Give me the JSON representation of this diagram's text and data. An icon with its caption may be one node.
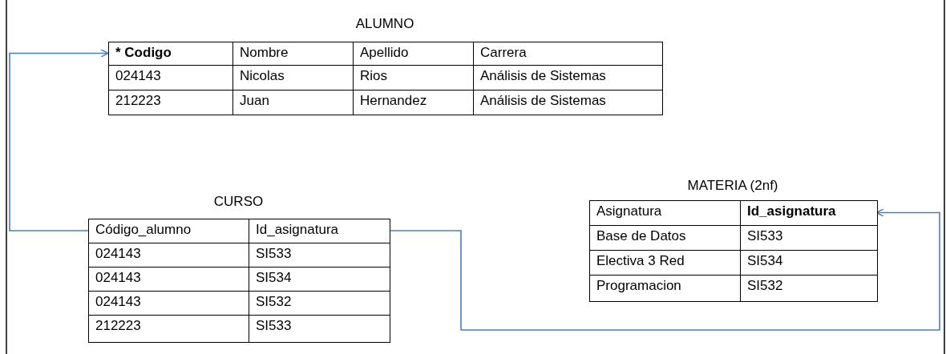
{
  "diagram": {
    "nodes": [
      {
        "text": [
          "ALUMNO"
        ]
      },
      {
        "text": [
          "* Codigo"
        ],
        "in": 0
      },
      {
        "text": [
          "CURSO"
        ]
      },
      {
        "text": [
          "Código_alumno"
        ],
        "in": 2
      },
      {
        "text": [
          "Id_asignatura"
        ],
        "in": 2
      },
      {
        "text": [
          "MATERIA (2nf)"
        ]
      },
      {
        "text": [
          "Id_asignatura"
        ],
        "in": 5
      }
    ],
    "edges": [
      {
        "from": 3,
        "to": 1,
        "arrow": "to"
      },
      {
        "from": 4,
        "to": 6,
        "arrow": "to"
      }
    ],
    "labels": [
      "Nombre",
      "Apellido",
      "Carrera",
      "024143",
      "Nicolas",
      "Rios",
      "Análisis de Sistemas",
      "212223",
      "Juan",
      "Hernandez",
      "Análisis de Sistemas",
      "024143",
      "SI533",
      "024143",
      "SI534",
      "024143",
      "SI532",
      "212223",
      "SI533",
      "Asignatura",
      "Base de Datos",
      "SI533",
      "Electiva 3 Red",
      "SI534",
      "Programacion",
      "SI532"
    ]
  }
}
